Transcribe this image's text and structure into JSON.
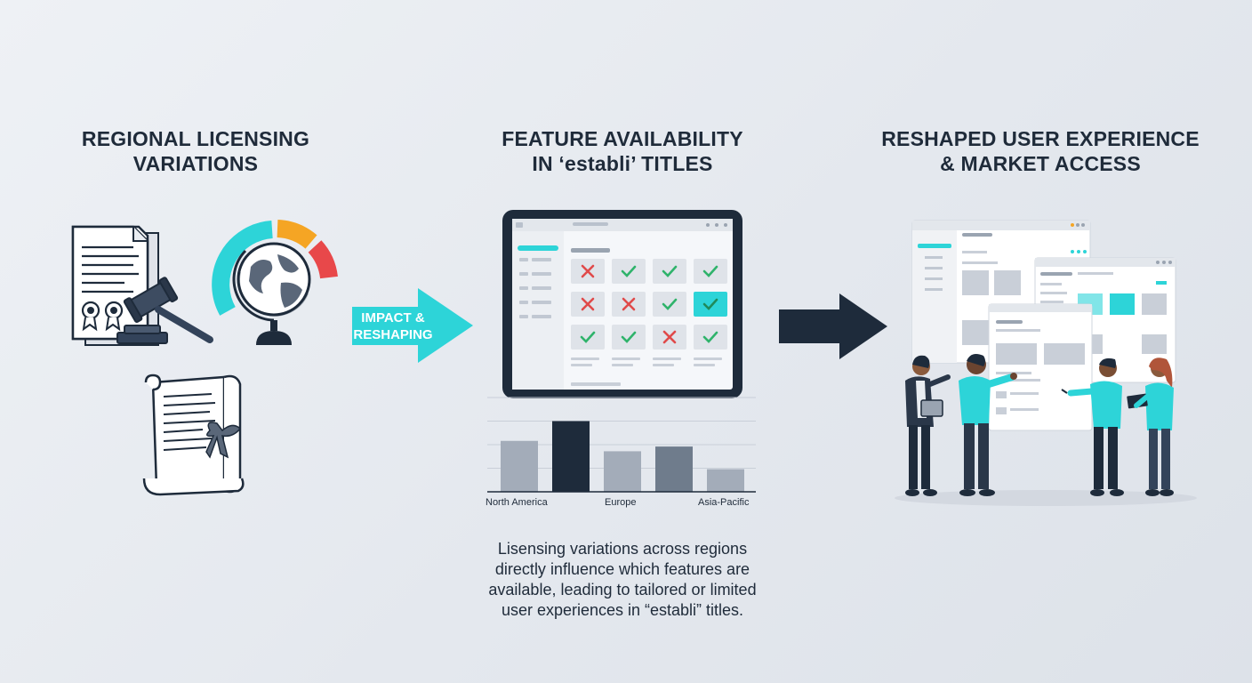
{
  "headings": {
    "left": [
      "REGIONAL LICENSING",
      "VARIATIONS"
    ],
    "middle": [
      "FEATURE AVAILABILITY",
      "IN ‘establi’ TITLES"
    ],
    "right": [
      "RESHAPED USER EXPERIENCE",
      "& MARKET ACCESS"
    ]
  },
  "arrow_label": [
    "IMPACT &",
    "RESHAPING"
  ],
  "feature_grid": {
    "rows": [
      [
        "unavailable",
        "available",
        "available",
        "available"
      ],
      [
        "unavailable",
        "unavailable",
        "available",
        "available-highlighted"
      ],
      [
        "available",
        "available",
        "unavailable",
        "available"
      ]
    ]
  },
  "chart_data": {
    "type": "bar",
    "categories": [
      "North America",
      "",
      "Europe",
      "",
      "Asia-Pacific"
    ],
    "values": [
      54,
      75,
      43,
      48,
      24
    ],
    "ylim": [
      0,
      100
    ],
    "grid": true,
    "colors": [
      "#a3acb9",
      "#1e2b3b",
      "#a3acb9",
      "#6f7c8c",
      "#a3acb9"
    ]
  },
  "caption": [
    "Lisensing variations across regions",
    "directly influence which features are",
    "available, leading to tailored or limited",
    "user experiences in “establi” titles."
  ],
  "colors": {
    "accent": "#2dd4d8",
    "dark": "#1e2b3b",
    "check": "#2fb36b",
    "cross": "#e04a4a",
    "orange": "#f5a524",
    "red": "#e8484a"
  },
  "icons": [
    "document-icon",
    "gavel-icon",
    "seal-icon",
    "globe-icon",
    "gauge-icon",
    "scroll-icon",
    "tablet-icon",
    "arrow-icon",
    "browser-window-icon",
    "people-icon"
  ]
}
